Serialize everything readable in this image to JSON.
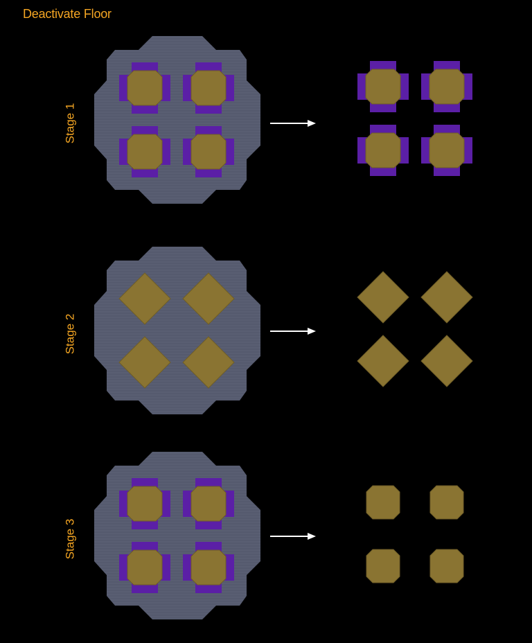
{
  "title": "Deactivate Floor",
  "colors": {
    "title": "#f5a623",
    "floor": "#555a6e",
    "floor_grain": "#62677c",
    "tile": "#8a7432",
    "tile_dark": "#6f5d27",
    "purple": "#5b1fa6",
    "arrow": "#ffffff"
  },
  "stages": [
    {
      "label": "Stage 1",
      "tile_shape": "octagon-with-purple-cross"
    },
    {
      "label": "Stage 2",
      "tile_shape": "diamond"
    },
    {
      "label": "Stage 3",
      "tile_shape": "octagon-with-purple-cross",
      "result_shape": "octagon"
    }
  ]
}
